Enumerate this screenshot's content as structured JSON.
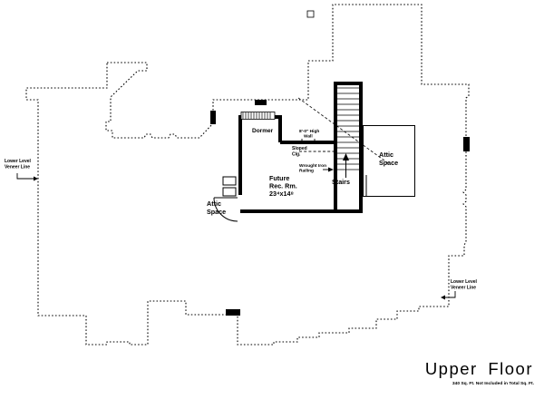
{
  "drawing": {
    "title": "Upper Floor",
    "title_note": "340 Sq. Ft. Not Included in Total Sq. Ft.",
    "rooms": {
      "future_rec_room": {
        "line1": "Future",
        "line2": "Rec. Rm.",
        "dimensions": "23⁴x14⁸"
      },
      "attic_left": {
        "line1": "Attic",
        "line2": "Space"
      },
      "attic_right": {
        "line1": "Attic",
        "line2": "Space"
      },
      "stairs": {
        "label": "Stairs"
      },
      "dormer": {
        "label": "Dormer"
      }
    },
    "annotations": {
      "high_wall": {
        "line1": "8'-0\" High",
        "line2": "Wall"
      },
      "sloped_ceiling": {
        "line1": "Sloped",
        "line2": "Clg."
      },
      "wrought_iron_railing": {
        "line1": "Wrought Iron",
        "line2": "Railing"
      },
      "veneer_line_left": {
        "line1": "Lower Level",
        "line2": "Veneer Line"
      },
      "veneer_line_right": {
        "line1": "Lower Level",
        "line2": "Veneer Line"
      }
    },
    "colors": {
      "ink": "#000000",
      "paper": "#ffffff"
    }
  }
}
